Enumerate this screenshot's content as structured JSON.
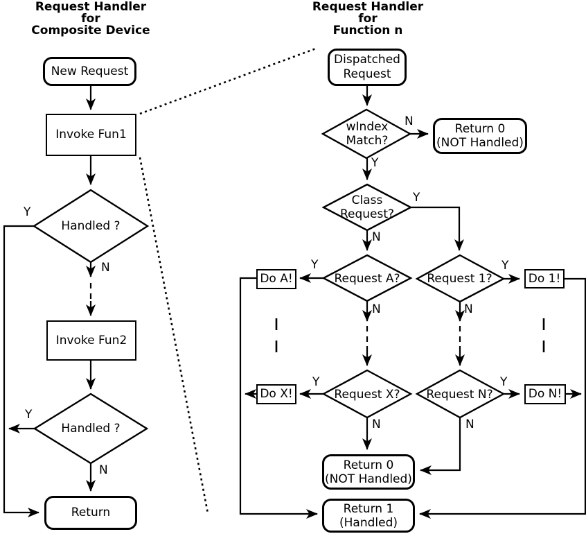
{
  "colors": {
    "line": "#000000",
    "background": "#ffffff",
    "text": "#000000"
  },
  "branch": {
    "yes": "Y",
    "no": "N"
  },
  "left": {
    "title": {
      "l1": "Request Handler",
      "l2": "for",
      "l3": "Composite Device"
    },
    "new_request": "New Request",
    "invoke_fun1": "Invoke Fun1",
    "handled_1": "Handled ?",
    "invoke_fun2": "Invoke Fun2",
    "handled_2": "Handled ?",
    "return": "Return"
  },
  "right": {
    "title": {
      "l1": "Request Handler",
      "l2": "for",
      "l3": "Function n"
    },
    "dispatched_request": {
      "l1": "Dispatched",
      "l2": "Request"
    },
    "windex_match": {
      "l1": "wIndex",
      "l2": "Match?"
    },
    "return_0_top": {
      "l1": "Return 0",
      "l2": "(NOT Handled)"
    },
    "class_request": {
      "l1": "Class",
      "l2": "Request?"
    },
    "request_a": "Request A?",
    "request_1": "Request 1?",
    "do_a": "Do A!",
    "do_1": "Do 1!",
    "request_x": "Request X?",
    "request_n": "Request N?",
    "do_x": "Do X!",
    "do_n": "Do N!",
    "return_0_bottom": {
      "l1": "Return 0",
      "l2": "(NOT Handled)"
    },
    "return_1": {
      "l1": "Return 1",
      "l2": "(Handled)"
    }
  }
}
